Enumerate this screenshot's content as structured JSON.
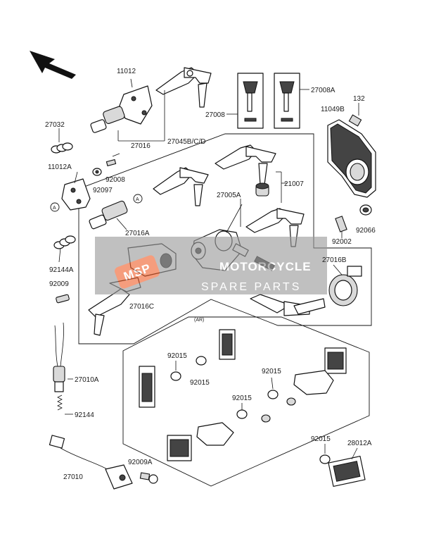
{
  "labels": {
    "p11012": "11012",
    "p27016": "27016",
    "p27032": "27032",
    "p11012A": "11012A",
    "p92008": "92008",
    "p92097": "92097",
    "p27045": "27045B/C/D",
    "p27016A": "27016A",
    "p92144A": "92144A",
    "p92009": "92009",
    "p27016C": "27016C",
    "p27008": "27008",
    "p27008A": "27008A",
    "p132": "132",
    "p11049B": "11049B",
    "p21007": "21007",
    "p27005A": "27005A",
    "p92066": "92066",
    "p92002": "92002",
    "p27016B": "27016B",
    "p27010A": "27010A",
    "p92144": "92144",
    "p27010": "27010",
    "p92009A": "92009A",
    "p92015a": "92015",
    "p92015b": "92015",
    "p92015c": "92015",
    "p92015d": "92015",
    "p92015e": "92015",
    "p28012A": "28012A",
    "ar": "(AR)",
    "markA1": "A",
    "markA2": "A"
  },
  "watermark": {
    "badge": "MSP",
    "line1": "MOTORCYCLE",
    "line2": "SPARE PARTS"
  },
  "colors": {
    "watermark_badge": "#f0622e",
    "watermark_band": "#9a9a9a"
  },
  "icons": {
    "direction_arrow": "front-direction-arrow-icon"
  }
}
